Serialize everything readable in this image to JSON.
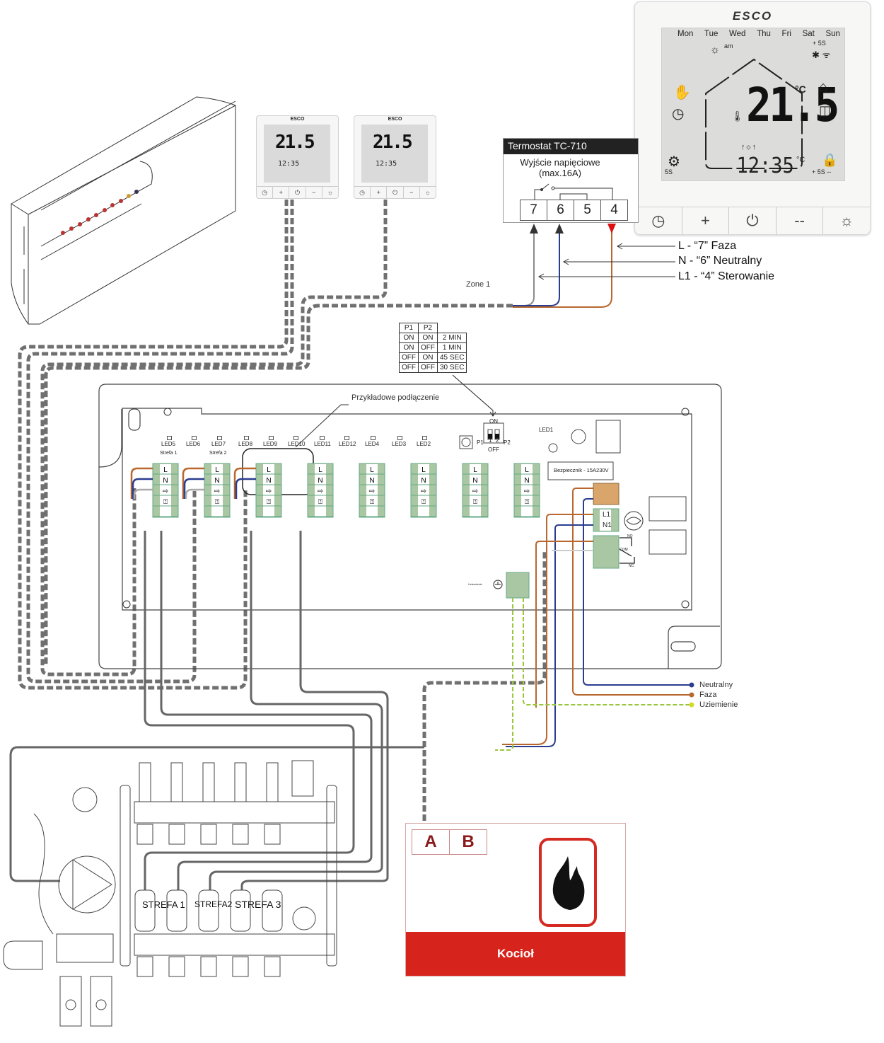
{
  "main_thermostat": {
    "brand": "ESCO",
    "days": [
      "Mon",
      "Tue",
      "Wed",
      "Thu",
      "Fri",
      "Sat",
      "Sun"
    ],
    "am_label": "am",
    "temperature": "21.5",
    "temp_unit": "°C",
    "clock": "12:35",
    "clock_unit": "°C",
    "hold_label": "+ 5S",
    "lock_label": "+ 5S --",
    "settings_label": "5S",
    "buttons": [
      {
        "name": "clock",
        "glyph": "◷"
      },
      {
        "name": "plus",
        "glyph": "+"
      },
      {
        "name": "power",
        "glyph": "⏻"
      },
      {
        "name": "minus",
        "glyph": "--"
      },
      {
        "name": "light",
        "glyph": "☼"
      }
    ]
  },
  "mini_thermostats": [
    {
      "brand": "ESCO",
      "temperature": "21.5",
      "clock": "12:35",
      "buttons": [
        "◷",
        "+",
        "⏻",
        "−",
        "☼"
      ]
    },
    {
      "brand": "ESCO",
      "temperature": "21.5",
      "clock": "12:35",
      "buttons": [
        "◷",
        "+",
        "⏻",
        "−",
        "☼"
      ]
    }
  ],
  "tc710": {
    "title": "Termostat TC-710",
    "subtitle_line1": "Wyjście napięciowe",
    "subtitle_line2": "(max.16A)",
    "terminals": [
      "7",
      "6",
      "5",
      "4"
    ]
  },
  "wire_legend_top": [
    {
      "text": "L - “7” Faza"
    },
    {
      "text": "N - “6” Neutralny"
    },
    {
      "text": "L1 - “4” Sterowanie"
    }
  ],
  "zone_label": "Zone 1",
  "dip_table": {
    "headers": [
      "P1",
      "P2",
      ""
    ],
    "rows": [
      [
        "ON",
        "ON",
        "2 MIN"
      ],
      [
        "ON",
        "OFF",
        "1 MIN"
      ],
      [
        "OFF",
        "ON",
        "45 SEC"
      ],
      [
        "OFF",
        "OFF",
        "30 SEC"
      ]
    ]
  },
  "board": {
    "example_label": "Przykładowe podłączenie",
    "leds": [
      "LED5",
      "LED6",
      "LED7",
      "LED8",
      "LED9",
      "LED10",
      "LED11",
      "LED12",
      "LED4",
      "LED3",
      "LED2"
    ],
    "led1": "LED1",
    "zone_labels": [
      "Strefa 1",
      "Strefa 2"
    ],
    "terminal_symbols": [
      "L",
      "N",
      "⇨",
      "⍐",
      ""
    ],
    "dip_on": "ON",
    "dip_off": "OFF",
    "dip_p1": "P1",
    "dip_p2": "P2",
    "dip_1": "1",
    "dip_2": "2",
    "fuse_label": "Bezpiecznik - 15A230V",
    "pump_terminals": [
      "L1",
      "N1"
    ],
    "relay_labels": [
      "NO",
      "COM",
      "NC"
    ],
    "ground_label": "Uziemienie"
  },
  "wire_legend_bottom": [
    {
      "text": "Neutralny",
      "color": "#2b3d8f"
    },
    {
      "text": "Faza",
      "color": "#b8672e"
    },
    {
      "text": "Uziemienie",
      "color": "#c8d62a"
    }
  ],
  "manifold": {
    "zone_labels": [
      "STREFA 1",
      "STREFA2",
      "STREFA 3"
    ]
  },
  "boiler": {
    "terminals": [
      "A",
      "B"
    ],
    "label": "Kocioł",
    "accent": "#d6241c"
  },
  "colors": {
    "neutral": "#2b3d8f",
    "phase": "#b8672e",
    "control": "#8a8a8a",
    "ground": "#9bc53d",
    "cable": "#707070"
  }
}
